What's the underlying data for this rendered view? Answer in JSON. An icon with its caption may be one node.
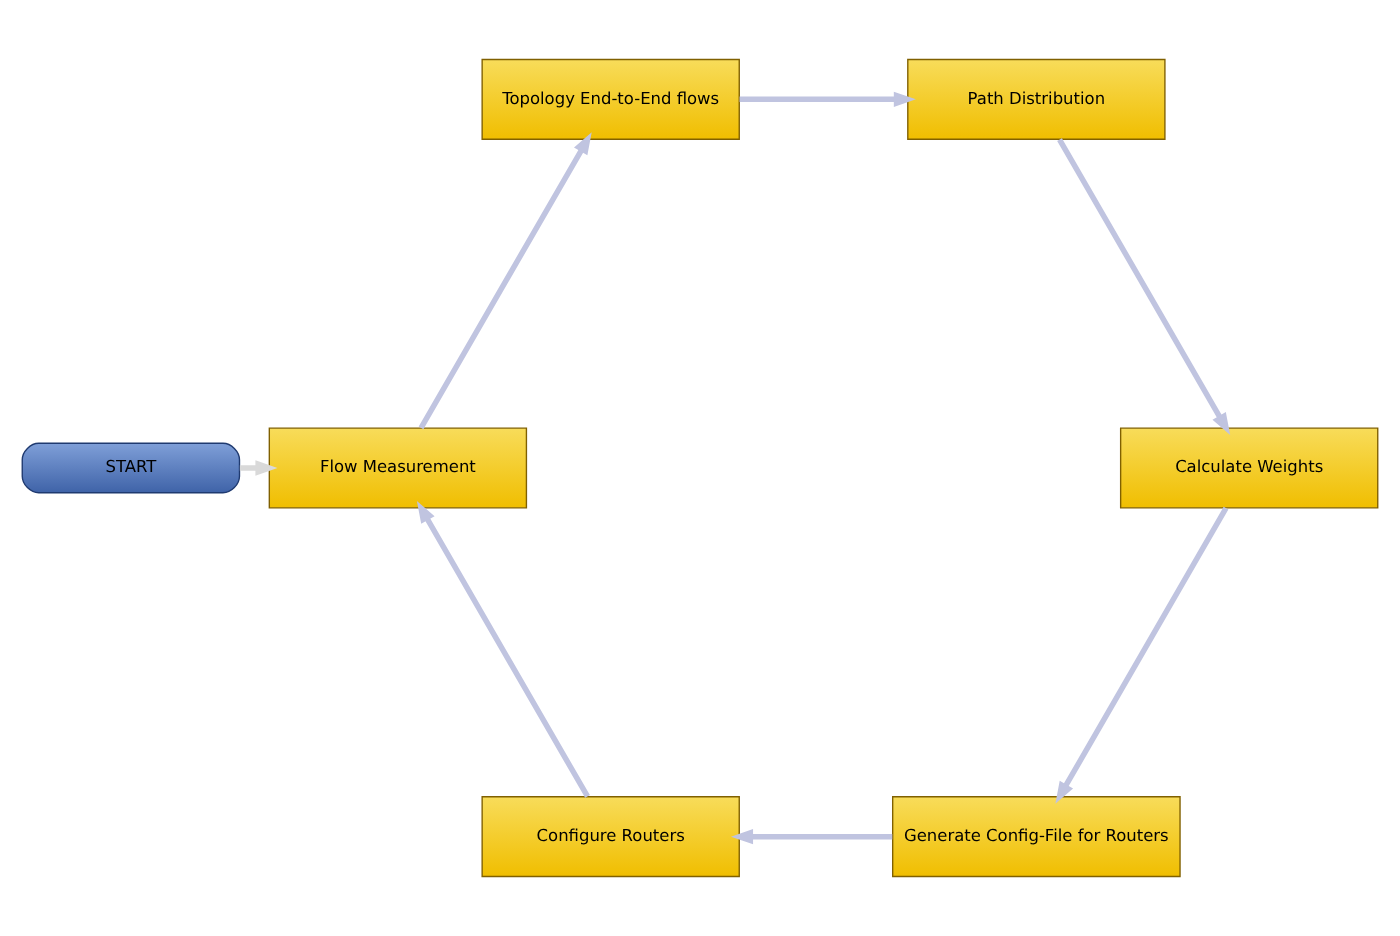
{
  "diagram": {
    "nodes": [
      {
        "text": [
          "START"
        ]
      },
      {
        "text": [
          "Flow Measurement"
        ]
      },
      {
        "text": [
          "Topology End-to-End flows"
        ]
      },
      {
        "text": [
          "Path Distribution"
        ]
      },
      {
        "text": [
          "Calculate Weights"
        ]
      },
      {
        "text": [
          "Generate Config-File for Routers"
        ]
      },
      {
        "text": [
          "Configure Routers"
        ]
      }
    ],
    "edges": [
      {
        "from": 0,
        "to": 1,
        "arrow": "to",
        "color": "#d9d9d9"
      },
      {
        "from": 1,
        "to": 2,
        "arrow": "to"
      },
      {
        "from": 2,
        "to": 3,
        "arrow": "to"
      },
      {
        "from": 3,
        "to": 4,
        "arrow": "to"
      },
      {
        "from": 4,
        "to": 5,
        "arrow": "to"
      },
      {
        "from": 5,
        "to": 6,
        "arrow": "to"
      },
      {
        "from": 6,
        "to": 1,
        "arrow": "to"
      }
    ]
  }
}
